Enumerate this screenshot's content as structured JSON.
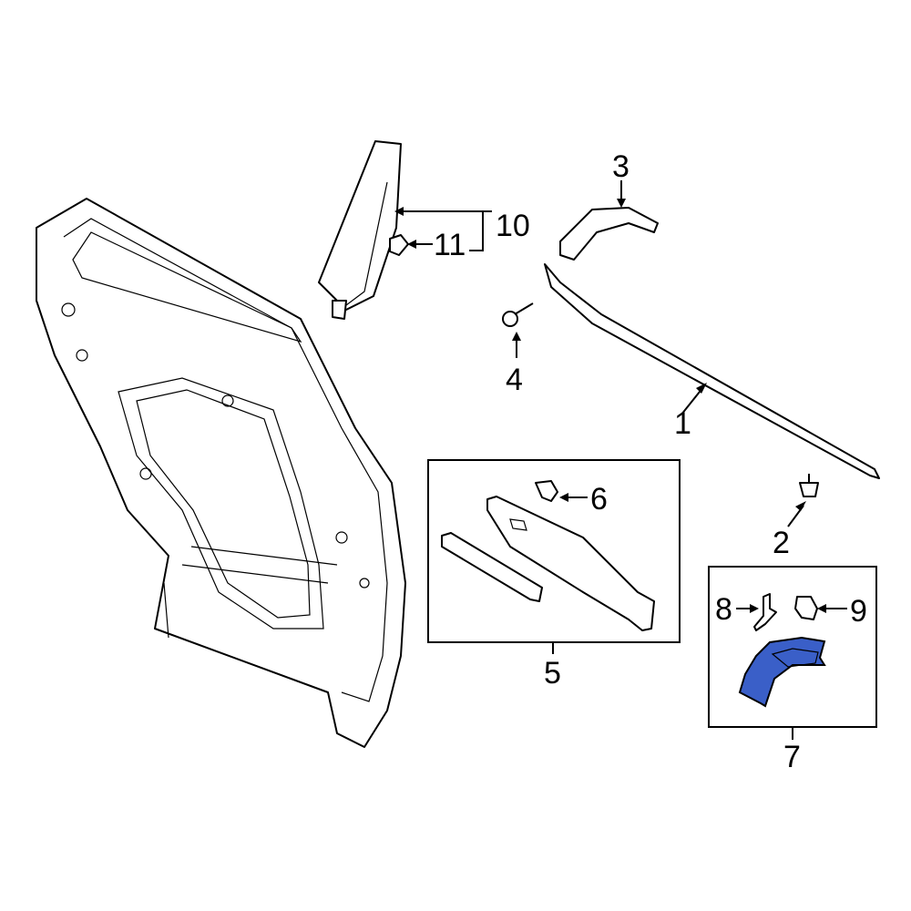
{
  "diagram": {
    "callouts": [
      {
        "id": "1",
        "part": "belt-molding"
      },
      {
        "id": "2",
        "part": "clip"
      },
      {
        "id": "3",
        "part": "molding-end-cap"
      },
      {
        "id": "4",
        "part": "screw"
      },
      {
        "id": "5",
        "part": "trim-kit-box"
      },
      {
        "id": "6",
        "part": "trim-clip"
      },
      {
        "id": "7",
        "part": "wheel-opening-molding-box"
      },
      {
        "id": "8",
        "part": "retainer"
      },
      {
        "id": "9",
        "part": "nut"
      },
      {
        "id": "10",
        "part": "applique-assembly"
      },
      {
        "id": "11",
        "part": "applique-clip"
      }
    ]
  },
  "colors": {
    "highlight": "#3a5fc8",
    "line": "#000000",
    "background": "#ffffff"
  }
}
